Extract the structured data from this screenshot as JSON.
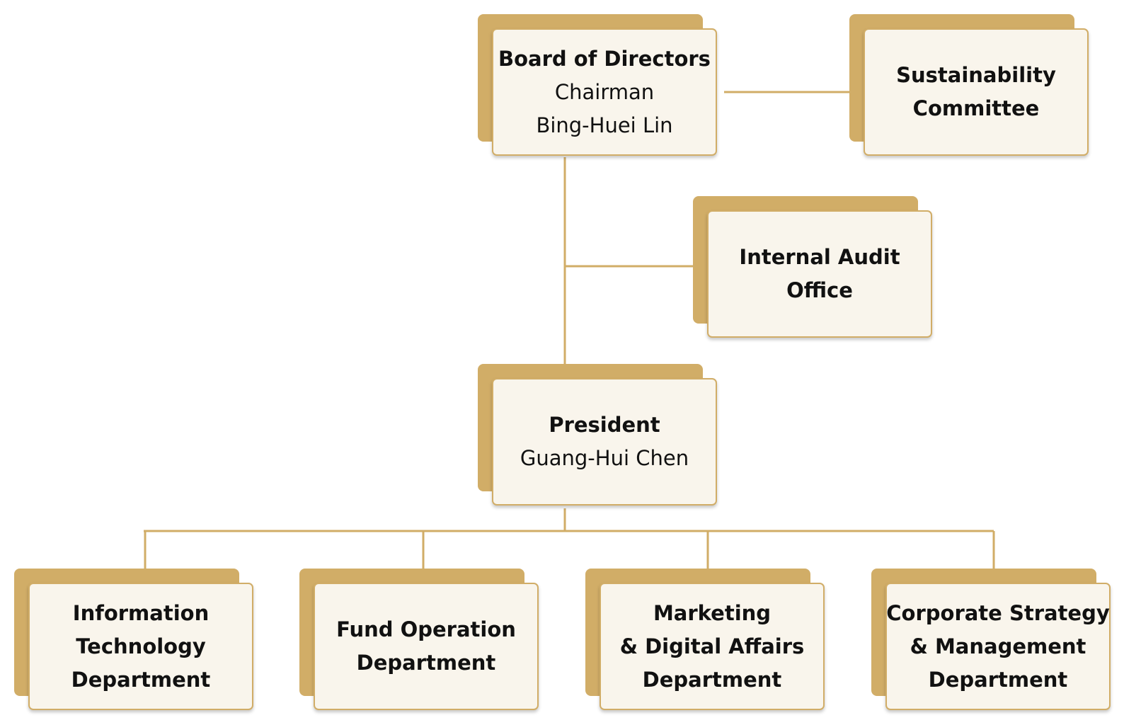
{
  "line_color": "#d1ad67",
  "box_back_color": "#d1ad67",
  "box_fill_color": "#f9f5ec",
  "board": {
    "title": "Board of Directors",
    "role": "Chairman",
    "name": "Bing-Huei Lin"
  },
  "sustainability": {
    "line1": "Sustainability",
    "line2": "Committee"
  },
  "audit": {
    "line1": "Internal Audit",
    "line2": "Office"
  },
  "president": {
    "title": "President",
    "name": "Guang-Hui Chen"
  },
  "departments": [
    {
      "line1": "Information",
      "line2": "Technology",
      "line3": "Department"
    },
    {
      "line1": "Fund Operation",
      "line2": "Department"
    },
    {
      "line1": "Marketing",
      "line2": "& Digital Affairs",
      "line3": "Department"
    },
    {
      "line1": "Corporate Strategy",
      "line2": "& Management",
      "line3": "Department"
    }
  ]
}
